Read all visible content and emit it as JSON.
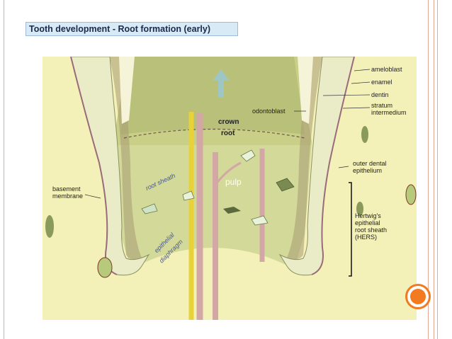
{
  "slide": {
    "title": "Tooth development - Root formation (early)"
  },
  "labels": {
    "ameloblast": "ameloblast",
    "enamel": "enamel",
    "dentin": "dentin",
    "stratum_intermedium_1": "stratum",
    "stratum_intermedium_2": "intermedium",
    "odontoblast": "odontoblast",
    "crown": "crown",
    "root": "root",
    "outer_dental_1": "outer dental",
    "outer_dental_2": "epithelium",
    "root_sheath": "root sheath",
    "pulp": "pulp",
    "basement_1": "basement",
    "basement_2": "membrane",
    "hers_1": "Hertwig's",
    "hers_2": "epithelial",
    "hers_3": "root sheath",
    "hers_4": "(HERS)",
    "diaphragm_1": "epithelial",
    "diaphragm_2": "diaphragm"
  },
  "colors": {
    "background": "#f3f0b8",
    "tissue_green": "#c9cf86",
    "epithelium_cells": "#e9ecc6",
    "vessel": "#d4a7a7",
    "nerve": "#e8d23a",
    "arrow": "#9ec6c4",
    "accent_orange": "#f27a21",
    "frame_line": "#e8a99a"
  }
}
